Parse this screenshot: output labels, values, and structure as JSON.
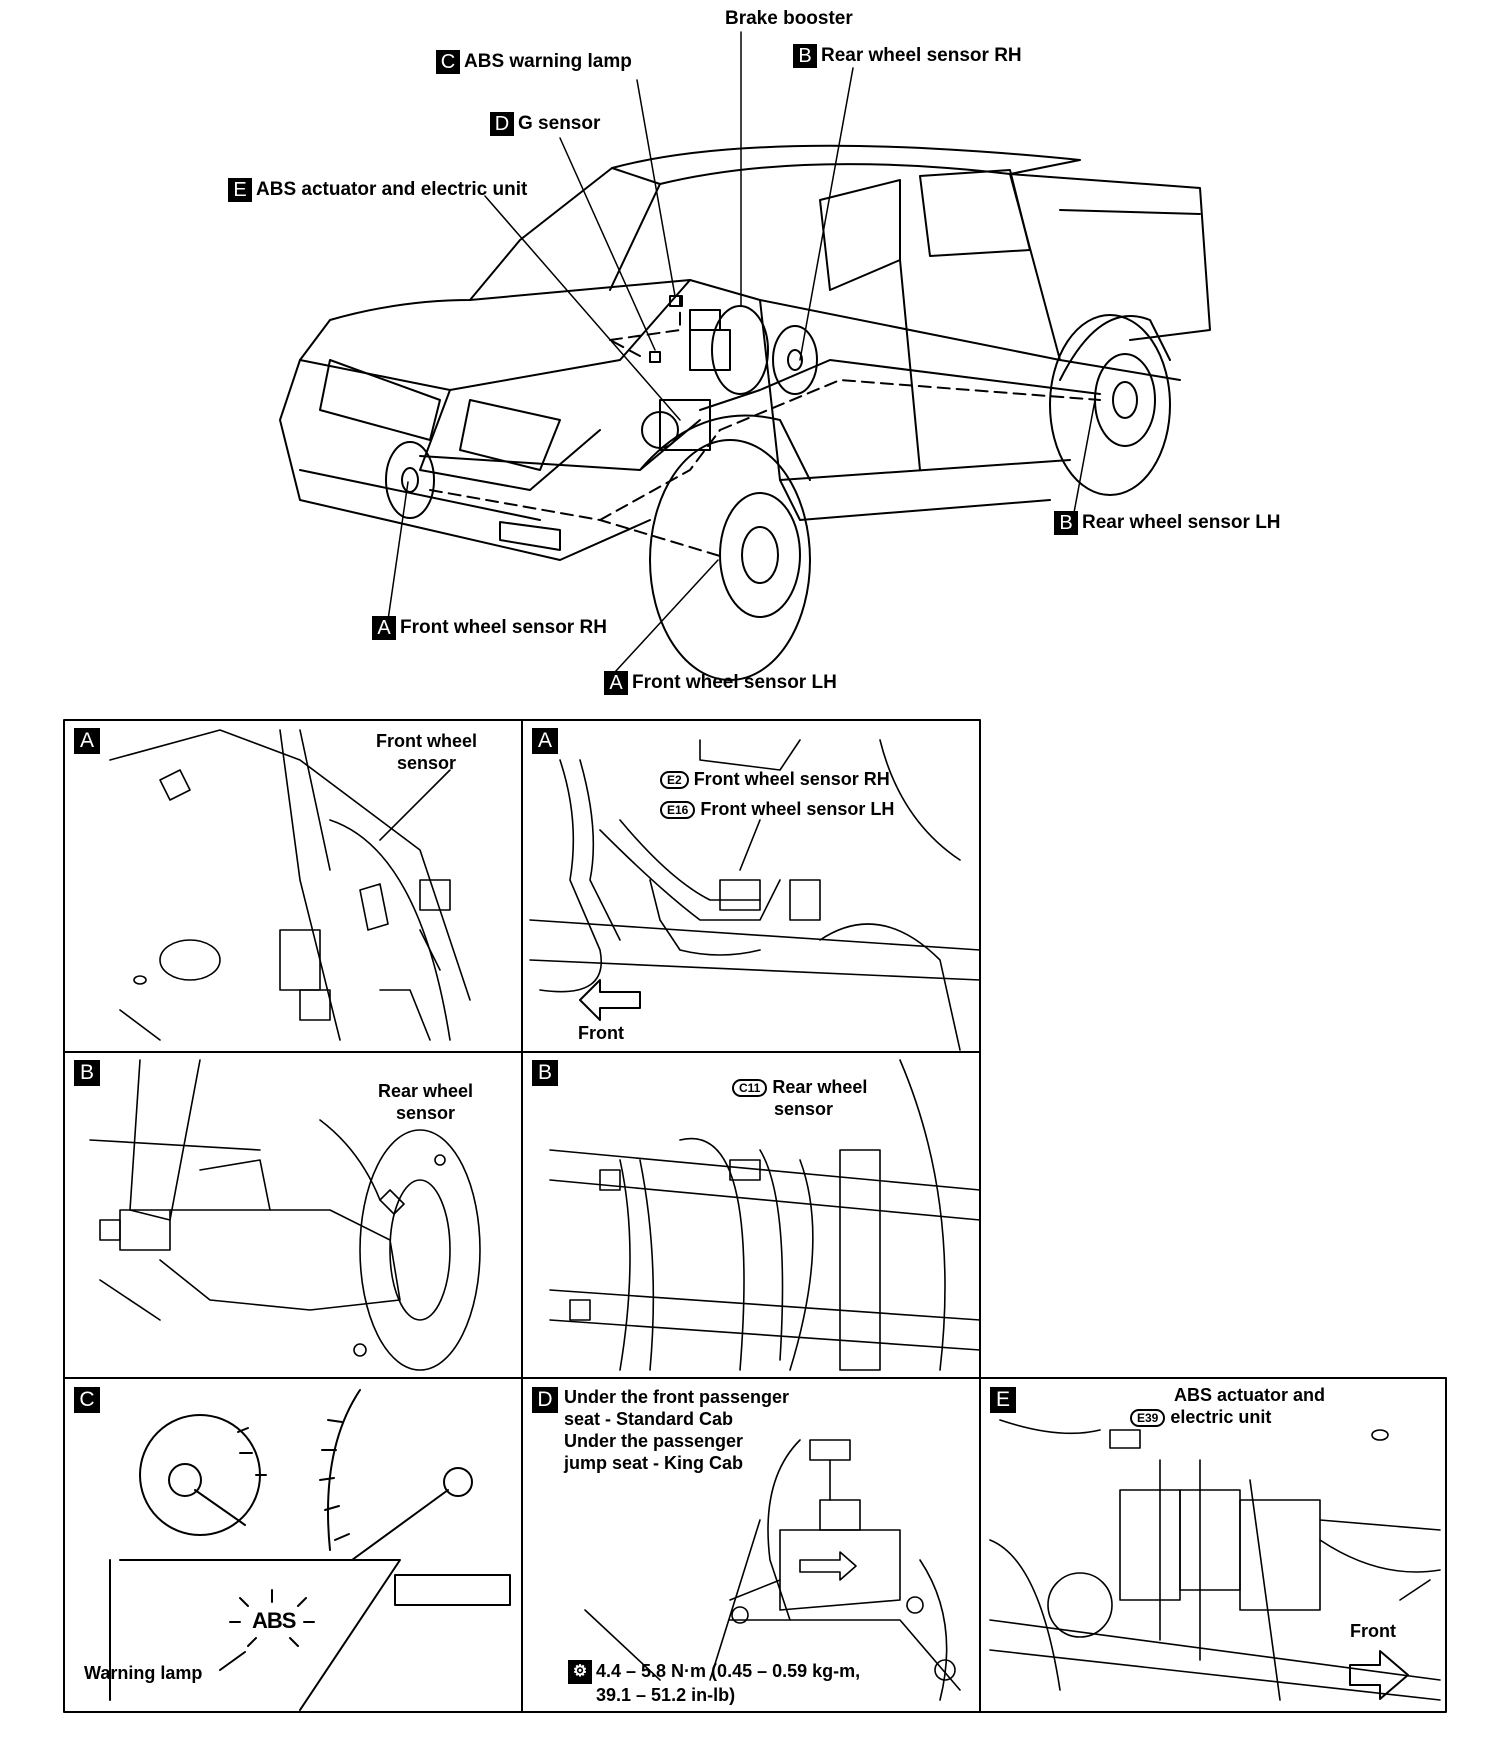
{
  "main": {
    "callouts": [
      {
        "tag": "",
        "text": "Brake booster"
      },
      {
        "tag": "C",
        "text": "ABS warning lamp"
      },
      {
        "tag": "B",
        "text": "Rear wheel sensor RH"
      },
      {
        "tag": "D",
        "text": "G sensor"
      },
      {
        "tag": "E",
        "text": "ABS actuator and electric unit"
      },
      {
        "tag": "B",
        "text": "Rear wheel sensor LH"
      },
      {
        "tag": "A",
        "text": "Front wheel sensor RH"
      },
      {
        "tag": "A",
        "text": "Front wheel sensor LH"
      }
    ]
  },
  "panels": {
    "a1": {
      "tag": "A",
      "label": [
        "Front wheel",
        "sensor"
      ]
    },
    "a2": {
      "tag": "A",
      "conn": [
        {
          "code": "E2",
          "text": "Front wheel sensor RH"
        },
        {
          "code": "E16",
          "text": "Front wheel sensor LH"
        }
      ],
      "front": "Front"
    },
    "b1": {
      "tag": "B",
      "label": [
        "Rear wheel",
        "sensor"
      ]
    },
    "b2": {
      "tag": "B",
      "code": "C11",
      "label": [
        "Rear wheel",
        "sensor"
      ]
    },
    "c": {
      "tag": "C",
      "abs": "ABS",
      "lamp": "Warning lamp"
    },
    "d": {
      "tag": "D",
      "lines": [
        "Under the front passenger",
        "seat - Standard Cab",
        "Under the passenger",
        "jump seat - King Cab"
      ],
      "torque": [
        "4.4 – 5.8 N·m (0.45 – 0.59 kg-m,",
        "39.1 – 51.2 in-lb)"
      ]
    },
    "e": {
      "tag": "E",
      "code": "E39",
      "label": [
        "ABS actuator and",
        "electric unit"
      ],
      "front": "Front"
    }
  }
}
